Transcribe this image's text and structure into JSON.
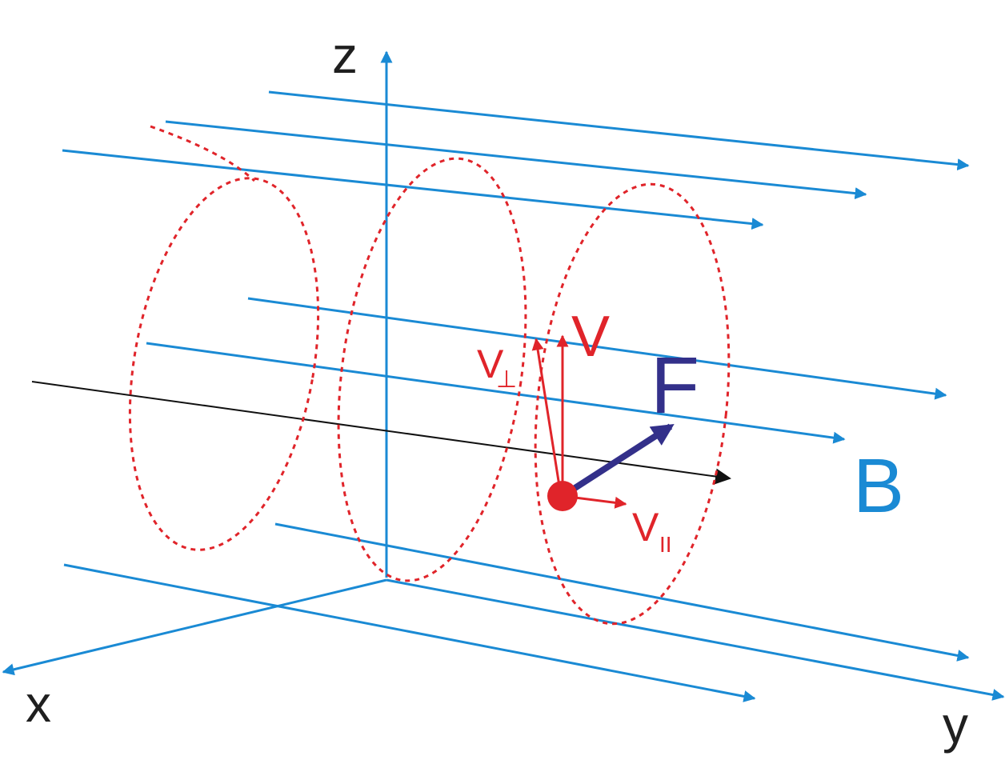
{
  "labels": {
    "z_axis": "z",
    "x_axis": "x",
    "y_axis": "y",
    "velocity": "V",
    "v_perp_letter": "V",
    "v_perp_sub": "⊥",
    "v_par_letter": "V",
    "v_par_sub": "II",
    "force": "F",
    "field": "B"
  },
  "colors": {
    "axis": "#1a8ad4",
    "field_lines": "#1a8ad4",
    "helix": "#e0242a",
    "velocity": "#e0242a",
    "force": "#33308a",
    "guide_line": "#111111",
    "text_dark": "#1f1f1f",
    "field_label": "#1a8ad4"
  }
}
